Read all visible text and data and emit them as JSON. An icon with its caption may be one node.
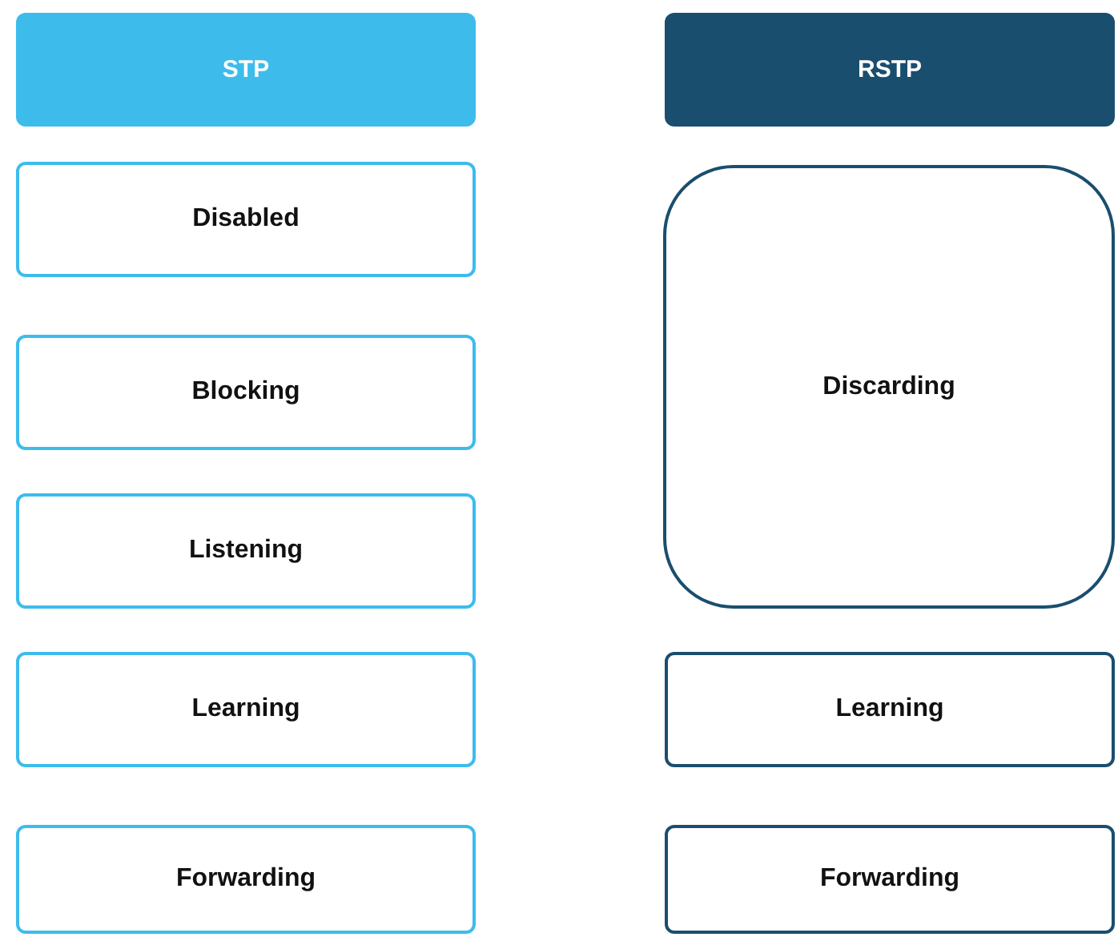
{
  "diagram": {
    "nodes": [
      {
        "text": [
          "STP"
        ]
      },
      {
        "text": [
          "RSTP"
        ]
      },
      {
        "text": [
          "Disabled"
        ]
      },
      {
        "text": [
          "Discarding"
        ]
      },
      {
        "text": [
          "Blocking"
        ]
      },
      {
        "text": [
          "Listening"
        ]
      },
      {
        "text": [
          "Learning"
        ]
      },
      {
        "text": [
          "Learning"
        ]
      },
      {
        "text": [
          "Forwarding"
        ]
      },
      {
        "text": [
          "Forwarding"
        ]
      }
    ]
  }
}
